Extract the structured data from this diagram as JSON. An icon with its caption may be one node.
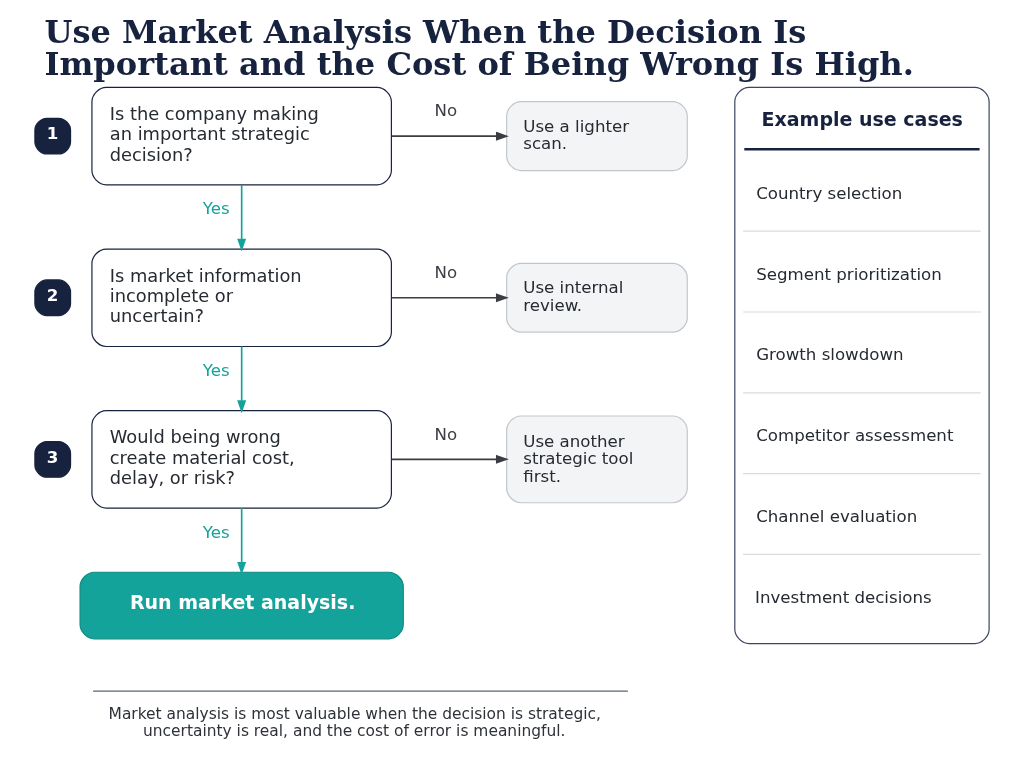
{
  "diagram": {
    "title": "Use Market Analysis When the Decision Is Important and the Cost of Being Wrong Is High.",
    "caption": "Market analysis is most valuable when the decision is strategic, uncertainty is real, and the cost of error is meaningful.",
    "nodes": [
      {
        "text": [
          "Is the company making an important strategic decision?"
        ],
        "beside": [
          "1"
        ]
      },
      {
        "text": [
          "Use a lighter scan."
        ]
      },
      {
        "text": [
          "Is market information incomplete or uncertain?"
        ],
        "beside": [
          "2"
        ]
      },
      {
        "text": [
          "Use internal review."
        ]
      },
      {
        "text": [
          "Would being wrong create material cost, delay, or risk?"
        ],
        "beside": [
          "3"
        ]
      },
      {
        "text": [
          "Use another strategic tool first."
        ]
      },
      {
        "text": [
          "Run market analysis."
        ]
      },
      {
        "text": [
          "Example use cases",
          "Country selection",
          "Segment prioritization",
          "Growth slowdown",
          "Competitor assessment",
          "Channel evaluation",
          "Investment decisions"
        ]
      }
    ],
    "edges": [
      {
        "from": 0,
        "to": 1,
        "arrow": "to",
        "label": "No"
      },
      {
        "from": 0,
        "to": 2,
        "arrow": "to",
        "label": "Yes",
        "color": "#14a39a"
      },
      {
        "from": 2,
        "to": 3,
        "arrow": "to",
        "label": "No"
      },
      {
        "from": 2,
        "to": 4,
        "arrow": "to",
        "label": "Yes",
        "color": "#14a39a"
      },
      {
        "from": 4,
        "to": 5,
        "arrow": "to",
        "label": "No"
      },
      {
        "from": 4,
        "to": 6,
        "arrow": "to",
        "label": "Yes",
        "color": "#14a39a"
      }
    ]
  }
}
